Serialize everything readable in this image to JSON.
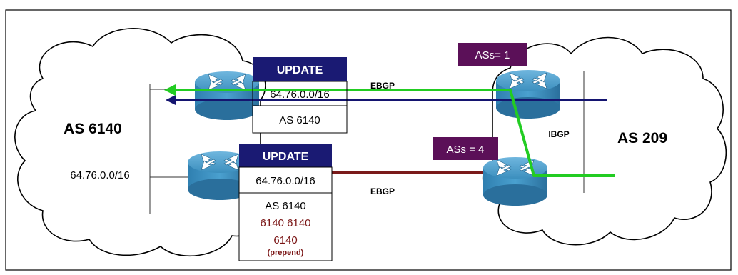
{
  "left_as": {
    "name": "AS 6140",
    "prefix": "64.76.0.0/16"
  },
  "right_as": {
    "name": "AS 209"
  },
  "links": {
    "ebgp_top": "EBGP",
    "ebgp_bottom": "EBGP",
    "ibgp": "IBGP"
  },
  "as_count_top": "ASs= 1",
  "as_count_bottom": "ASs = 4",
  "update_top": {
    "title": "UPDATE",
    "prefix": "64.76.0.0/16",
    "path": "AS 6140"
  },
  "update_bottom": {
    "title": "UPDATE",
    "prefix": "64.76.0.0/16",
    "path": "AS 6140",
    "prepend_line1": "6140 6140",
    "prepend_line2": "6140",
    "prepend_note": "(prepend)"
  },
  "colors": {
    "update_header": "#1a1a73",
    "as_count_box": "#5b1058",
    "green_path": "#22cc22",
    "blue_path": "#141470",
    "red_link": "#7a1a1a",
    "router": "#3c8fbe",
    "prepend_text": "#7a1414"
  }
}
